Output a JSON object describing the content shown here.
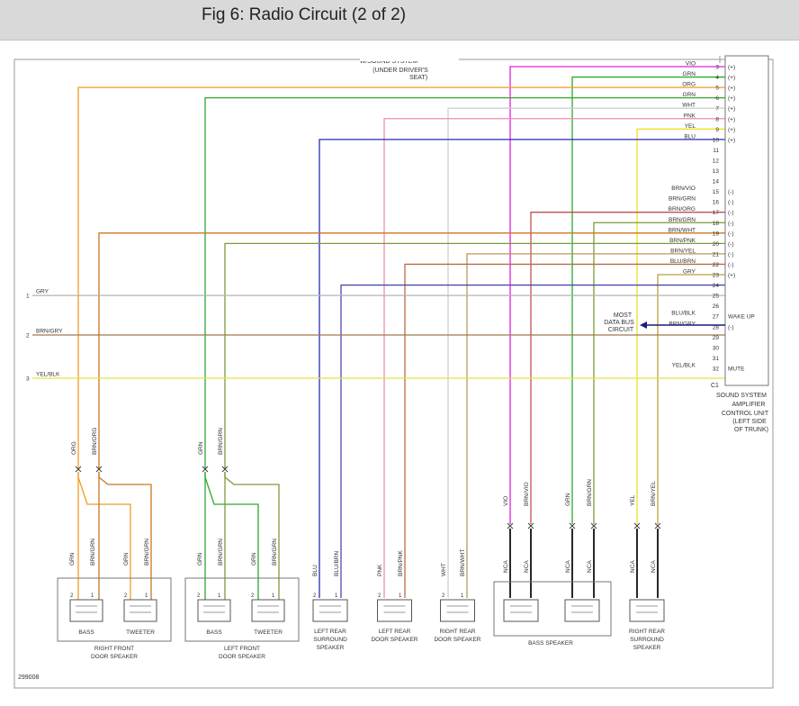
{
  "title": "Fig 6: Radio Circuit (2 of 2)",
  "figure_id": "299008",
  "colors": {
    "VIO": "#e020d8",
    "GRN": "#2ea82e",
    "ORG": "#f09a2a",
    "WHT": "#d0d0d0",
    "PNK": "#ee8fa8",
    "YEL": "#f2e020",
    "BLU": "#2a2ab8",
    "BRNVIO": "#c0504d",
    "BRNGRN": "#7d9a3c",
    "BRNORG": "#c87820",
    "BRNWHT": "#b59a5a",
    "BRNPNK": "#b86a4a",
    "BRNYEL": "#b8a040",
    "BLUBRN": "#4a4ab0",
    "GRY": "#b4b4b4",
    "BRNGRY": "#a07850",
    "YELBLK": "#e8e040"
  },
  "top_note": {
    "partial": "W/SOUND SYSTEM",
    "line1": "(UNDER DRIVER'S",
    "line2": "SEAT)"
  },
  "amplifier": {
    "label_lines": [
      "SOUND SYSTEM",
      "AMPLIFIER",
      "CONTROL UNIT",
      "(LEFT SIDE",
      "OF TRUNK)"
    ],
    "connector": "C1",
    "pins": [
      {
        "num": "3",
        "sig": "(+)",
        "wire": "VIO",
        "color": "VIO"
      },
      {
        "num": "4",
        "sig": "(+)",
        "wire": "GRN",
        "color": "GRN"
      },
      {
        "num": "5",
        "sig": "(+)",
        "wire": "ORG",
        "color": "ORG"
      },
      {
        "num": "6",
        "sig": "(+)",
        "wire": "GRN",
        "color": "GRN"
      },
      {
        "num": "7",
        "sig": "(+)",
        "wire": "WHT",
        "color": "WHT"
      },
      {
        "num": "8",
        "sig": "(+)",
        "wire": "PNK",
        "color": "PNK"
      },
      {
        "num": "9",
        "sig": "(+)",
        "wire": "YEL",
        "color": "YEL"
      },
      {
        "num": "10",
        "sig": "(+)",
        "wire": "BLU",
        "color": "BLU"
      },
      {
        "num": "11",
        "sig": "",
        "wire": "",
        "color": ""
      },
      {
        "num": "12",
        "sig": "",
        "wire": "",
        "color": ""
      },
      {
        "num": "13",
        "sig": "",
        "wire": "",
        "color": ""
      },
      {
        "num": "14",
        "sig": "",
        "wire": "",
        "color": ""
      },
      {
        "num": "15",
        "sig": "(-)",
        "wire": "BRN/VIO",
        "color": "BRNVIO"
      },
      {
        "num": "16",
        "sig": "(-)",
        "wire": "BRN/GRN",
        "color": "BRNGRN"
      },
      {
        "num": "17",
        "sig": "(-)",
        "wire": "BRN/ORG",
        "color": "BRNORG"
      },
      {
        "num": "18",
        "sig": "(-)",
        "wire": "BRN/GRN",
        "color": "BRNGRN"
      },
      {
        "num": "19",
        "sig": "(-)",
        "wire": "BRN/WHT",
        "color": "BRNWHT"
      },
      {
        "num": "20",
        "sig": "(-)",
        "wire": "BRN/PNK",
        "color": "BRNPNK"
      },
      {
        "num": "21",
        "sig": "(-)",
        "wire": "BRN/YEL",
        "color": "BRNYEL"
      },
      {
        "num": "22",
        "sig": "(-)",
        "wire": "BLU/BRN",
        "color": "BLUBRN"
      },
      {
        "num": "23",
        "sig": "(+)",
        "wire": "GRY",
        "color": "GRY"
      },
      {
        "num": "24",
        "sig": "",
        "wire": "",
        "color": ""
      },
      {
        "num": "25",
        "sig": "",
        "wire": "",
        "color": ""
      },
      {
        "num": "26",
        "sig": "",
        "wire": "",
        "color": ""
      },
      {
        "num": "27",
        "sig": "WAKE UP",
        "wire": "BLU/BLK",
        "color": "BLUBLK"
      },
      {
        "num": "28",
        "sig": "(-)",
        "wire": "BRN/GRY",
        "color": "BRNGRY"
      },
      {
        "num": "29",
        "sig": "",
        "wire": "",
        "color": ""
      },
      {
        "num": "30",
        "sig": "",
        "wire": "",
        "color": ""
      },
      {
        "num": "31",
        "sig": "",
        "wire": "",
        "color": ""
      },
      {
        "num": "32",
        "sig": "MUTE",
        "wire": "YEL/BLK",
        "color": "YELBLK"
      }
    ]
  },
  "most_bus": {
    "line1": "MOST",
    "line2": "DATA BUS",
    "line3": "CIRCUIT"
  },
  "left_rails": [
    {
      "num": "1",
      "wire": "GRY"
    },
    {
      "num": "2",
      "wire": "BRN/GRY"
    },
    {
      "num": "3",
      "wire": "YEL/BLK"
    }
  ],
  "speakers": [
    {
      "id": "rf",
      "name_lines": [
        "RIGHT FRONT",
        "DOOR SPEAKER"
      ],
      "sub": [
        "BASS",
        "TWEETER"
      ],
      "top_wires": [
        "ORG",
        "BRN/ORG"
      ],
      "wires": [
        "GRN",
        "BRN/GRN",
        "GRN",
        "BRN/GRN"
      ]
    },
    {
      "id": "lf",
      "name_lines": [
        "LEFT FRONT",
        "DOOR SPEAKER"
      ],
      "sub": [
        "BASS",
        "TWEETER"
      ],
      "top_wires": [
        "GRN",
        "BRN/GRN"
      ],
      "wires": [
        "GRN",
        "BRN/GRN",
        "GRN",
        "BRN/GRN"
      ]
    },
    {
      "id": "lrs",
      "name_lines": [
        "LEFT REAR",
        "SURROUND",
        "SPEAKER"
      ],
      "wires": [
        "BLU",
        "BLU/BRN"
      ]
    },
    {
      "id": "lrd",
      "name_lines": [
        "LEFT REAR",
        "DOOR SPEAKER"
      ],
      "wires": [
        "PNK",
        "BRN/PNK"
      ]
    },
    {
      "id": "rrd",
      "name_lines": [
        "RIGHT REAR",
        "DOOR SPEAKER"
      ],
      "wires": [
        "WHT",
        "BRN/WHT"
      ]
    },
    {
      "id": "bass",
      "name_lines": [
        "BASS SPEAKER"
      ],
      "top_wires": [
        "VIO",
        "BRN/VIO",
        "GRN",
        "BRN/GRN"
      ],
      "wires": [
        "NCA",
        "NCA",
        "NCA",
        "NCA"
      ]
    },
    {
      "id": "rrs",
      "name_lines": [
        "RIGHT REAR",
        "SURROUND",
        "SPEAKER"
      ],
      "top_wires": [
        "YEL",
        "BRN/YEL"
      ],
      "wires": [
        "NCA",
        "NCA"
      ]
    }
  ],
  "pin_labels": {
    "one": "1",
    "two": "2"
  }
}
